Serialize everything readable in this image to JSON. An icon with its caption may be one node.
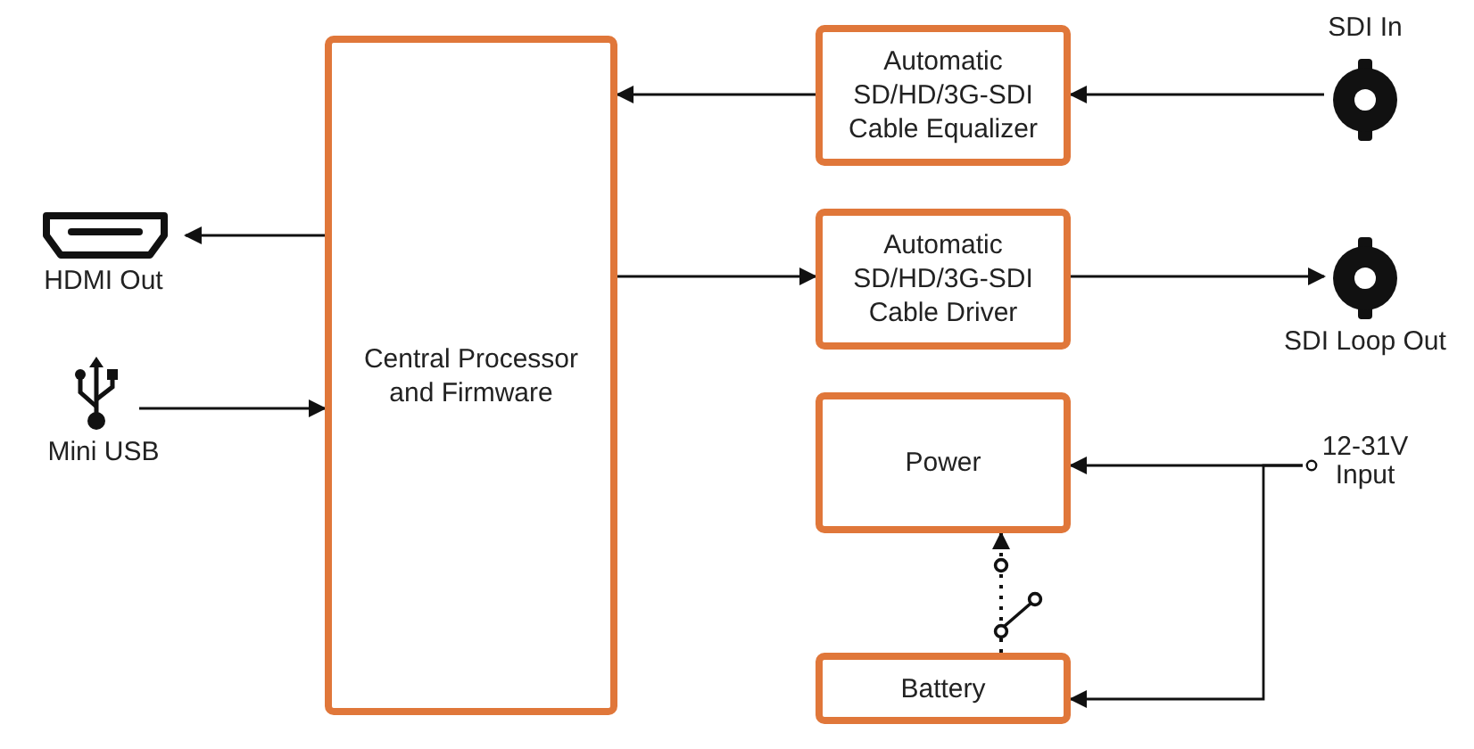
{
  "diagram": {
    "nodes": [
      {
        "text": [
          "Central Processor and Firmware"
        ]
      },
      {
        "text": [
          "Automatic SD/HD/3G-SDI Cable Equalizer"
        ]
      },
      {
        "text": [
          "Automatic SD/HD/3G-SDI Cable Driver"
        ]
      },
      {
        "text": [
          "Power"
        ]
      },
      {
        "text": [
          "Battery"
        ]
      },
      {
        "text": [
          "HDMI Out"
        ]
      },
      {
        "text": [
          "Mini USB"
        ]
      },
      {
        "text": [
          "SDI In"
        ]
      },
      {
        "text": [
          "SDI Loop Out"
        ]
      },
      {
        "text": [
          "12-31V Input"
        ]
      }
    ],
    "edges": [
      {
        "from": 0,
        "to": 5,
        "arrow": "to"
      },
      {
        "from": 6,
        "to": 0,
        "arrow": "to"
      },
      {
        "from": 7,
        "to": 1,
        "arrow": "to"
      },
      {
        "from": 1,
        "to": 0,
        "arrow": "to"
      },
      {
        "from": 0,
        "to": 2,
        "arrow": "to"
      },
      {
        "from": 2,
        "to": 8,
        "arrow": "to"
      },
      {
        "from": 9,
        "to": 3,
        "arrow": "to"
      },
      {
        "from": 9,
        "to": 4,
        "arrow": "to"
      },
      {
        "from": 4,
        "to": 3,
        "arrow": "to",
        "style": "dashed"
      }
    ]
  }
}
